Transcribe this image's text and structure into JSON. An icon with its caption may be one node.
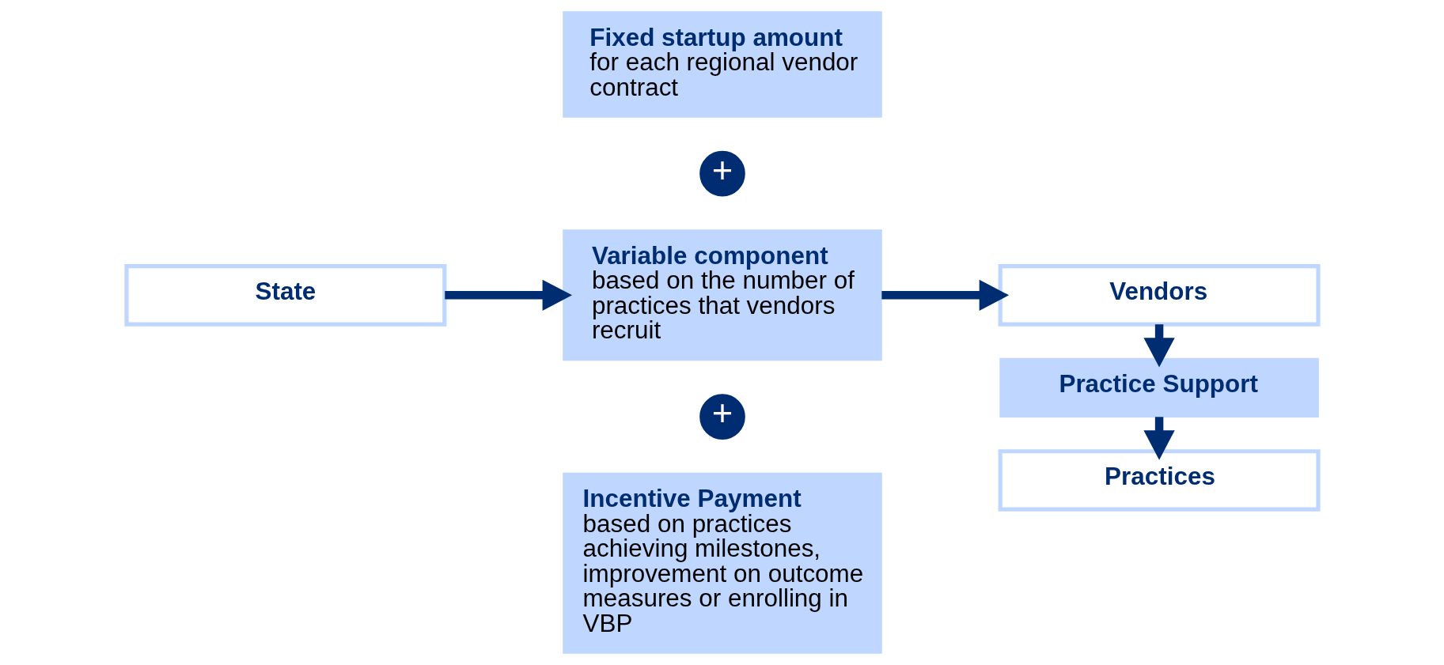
{
  "diagram": {
    "nodes": [
      {
        "text": [
          "State"
        ]
      },
      {
        "text": [
          "Fixed startup amount",
          "for each regional vendor contract"
        ]
      },
      {
        "text": [
          "Variable component",
          "based on the number of practices that vendors recruit"
        ]
      },
      {
        "text": [
          "Incentive Payment",
          "based on practices achieving milestones, improvement on outcome measures or enrolling in VBP"
        ]
      },
      {
        "text": [
          "Vendors"
        ]
      },
      {
        "text": [
          "Practice Support"
        ]
      },
      {
        "text": [
          "Practices"
        ]
      }
    ],
    "edges": [
      {
        "from": 0,
        "to": 2,
        "arrow": "to"
      },
      {
        "from": 2,
        "to": 4,
        "arrow": "to"
      },
      {
        "from": 4,
        "to": 5,
        "arrow": "to"
      },
      {
        "from": 5,
        "to": 6,
        "arrow": "to"
      }
    ],
    "labels": [
      "+",
      "+"
    ]
  }
}
